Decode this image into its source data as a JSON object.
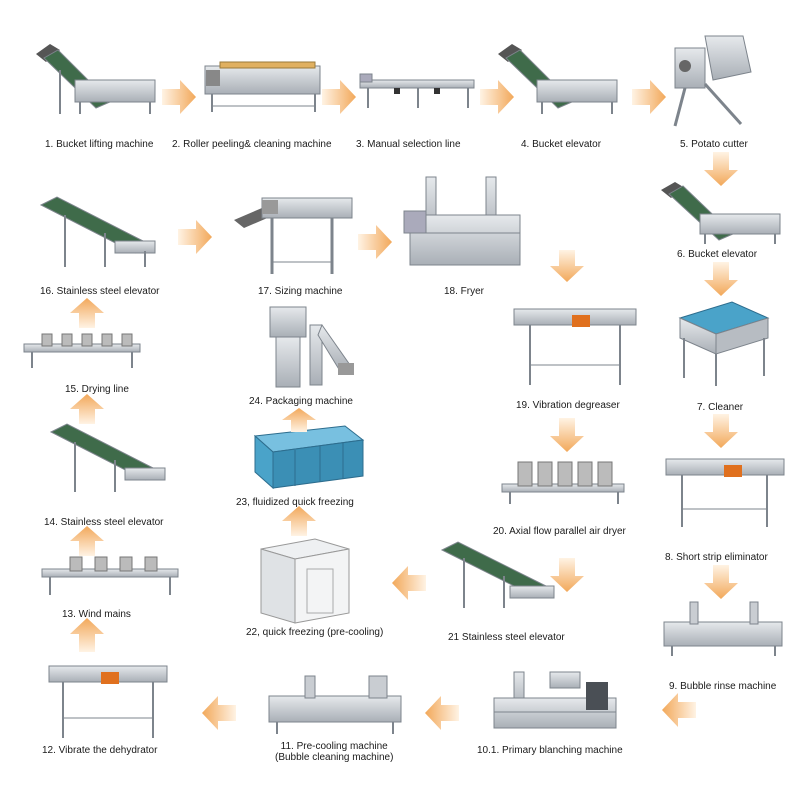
{
  "colors": {
    "arrow_light": "#fde2c3",
    "arrow_dark": "#f2a85a",
    "steel": "#c9cdd2",
    "steel_dark": "#7d848c",
    "belt": "#3f6b4a",
    "dark_metal": "#4a4f55",
    "blue_freezer": "#4aa3c9"
  },
  "steps": [
    {
      "label": "1. Bucket lifting machine"
    },
    {
      "label": "2. Roller peeling& cleaning machine"
    },
    {
      "label": "3. Manual selection line"
    },
    {
      "label": "4. Bucket elevator"
    },
    {
      "label": "5. Potato cutter"
    },
    {
      "label": "6. Bucket elevator"
    },
    {
      "label": "7. Cleaner"
    },
    {
      "label": "8. Short strip eliminator"
    },
    {
      "label": "9. Bubble rinse machine"
    },
    {
      "label": "10.1. Primary blanching machine"
    },
    {
      "label": "11. Pre-cooling machine",
      "label2": "(Bubble cleaning machine)"
    },
    {
      "label": "12. Vibrate the dehydrator"
    },
    {
      "label": "13. Wind mains"
    },
    {
      "label": "14. Stainless steel elevator"
    },
    {
      "label": "15. Drying line"
    },
    {
      "label": "16. Stainless steel elevator"
    },
    {
      "label": "17. Sizing machine"
    },
    {
      "label": "18. Fryer"
    },
    {
      "label": "19. Vibration degreaser"
    },
    {
      "label": "20. Axial flow parallel air dryer"
    },
    {
      "label": "21 Stainless steel elevator"
    },
    {
      "label": "22, quick freezing (pre-cooling)"
    },
    {
      "label": "23, fluidized quick freezing"
    },
    {
      "label": "24. Packaging machine"
    }
  ]
}
